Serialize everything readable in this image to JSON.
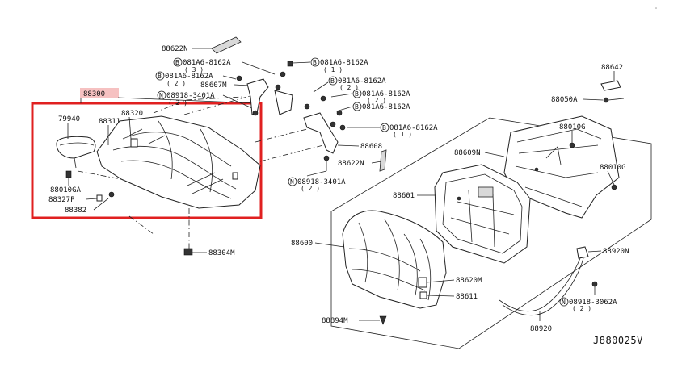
{
  "diagram": {
    "code": "J880025V",
    "highlight_color": "#e02020",
    "highlight_label_bg": "#f6c1c1"
  },
  "labels": {
    "p88300": "88300",
    "p79940": "79940",
    "p88311": "88311",
    "p88320": "88320",
    "p88010GA": "88010GA",
    "p88327P": "88327P",
    "p88382": "88382",
    "p88304M": "88304M",
    "p88622N_top": "88622N",
    "b081A6_a": "081A6-8162A",
    "b081A6_a_qty": "( 3 )",
    "b081A6_b": "081A6-8162A",
    "b081A6_b_qty": "( 2 )",
    "p88607M": "88607M",
    "n08918_a": "08918-3401A",
    "n08918_a_qty": "( 2 )",
    "b081A6_c": "081A6-8162A",
    "b081A6_c_qty": "( 1 )",
    "b081A6_d": "081A6-8162A",
    "b081A6_d_qty": "( 2 )",
    "b081A6_e": "081A6-8162A",
    "b081A6_e_qty": "( 2 )",
    "b081A6_f": "081A6-8162A",
    "b081A6_g": "081A6-8162A",
    "b081A6_g_qty": "( 1 )",
    "p88608": "88608",
    "p88622N_mid": "88622N",
    "n08918_b": "08918-3401A",
    "n08918_b_qty": "( 2 )",
    "p88642": "88642",
    "p88050A": "88050A",
    "p88010G_a": "88010G",
    "p88609N": "88609N",
    "p88010G_b": "88010G",
    "p88601": "88601",
    "p88600": "88600",
    "p88920N": "88920N",
    "p88620M": "88620M",
    "p88611": "88611",
    "n08918_c": "08918-3062A",
    "n08918_c_qty": "( 2 )",
    "p88894M": "88894M",
    "p88920": "88920"
  },
  "symbols": {
    "bolt_prefix": "B",
    "nut_prefix": "N"
  }
}
